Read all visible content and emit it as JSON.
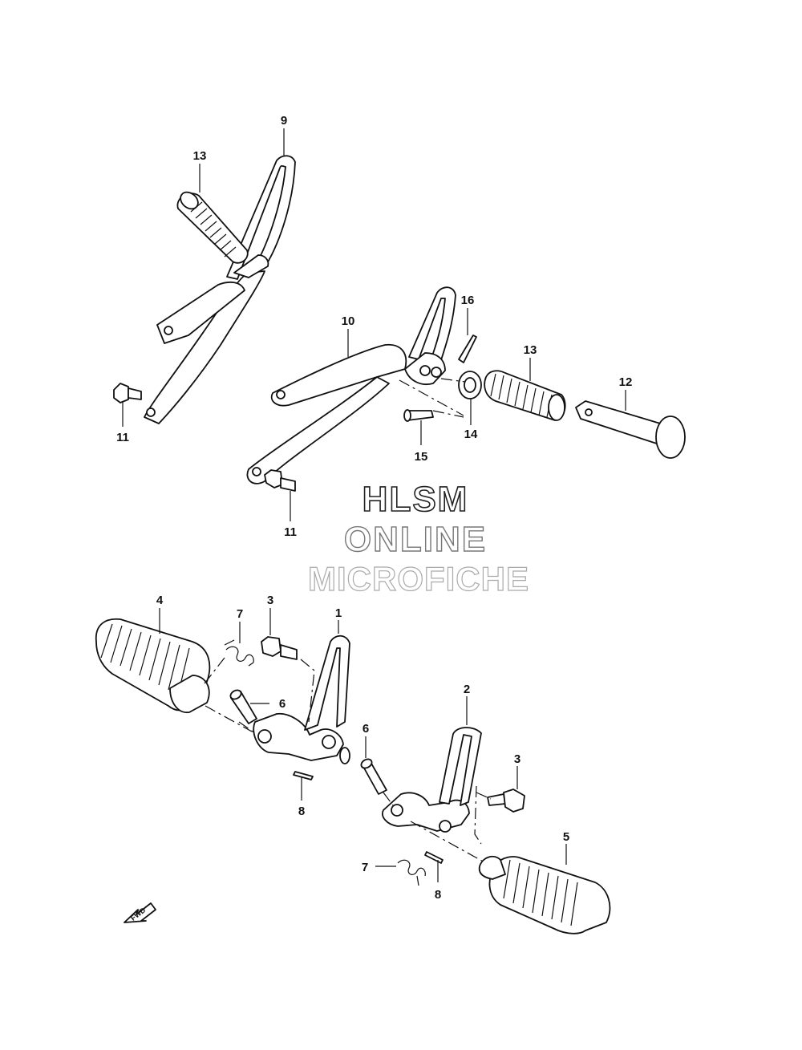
{
  "diagram": {
    "watermark": {
      "line1": "HLSM",
      "line2": "ONLINE",
      "line3": "MICROFICHE"
    },
    "direction_label": "FWD",
    "callouts": {
      "c9": "9",
      "c13a": "13",
      "c11a": "11",
      "c10": "10",
      "c16": "16",
      "c13b": "13",
      "c12": "12",
      "c14": "14",
      "c15": "15",
      "c11b": "11",
      "c4": "4",
      "c7a": "7",
      "c3a": "3",
      "c1": "1",
      "c6a": "6",
      "c8a": "8",
      "c2": "2",
      "c6b": "6",
      "c3b": "3",
      "c5": "5",
      "c7b": "7",
      "c8b": "8"
    }
  }
}
